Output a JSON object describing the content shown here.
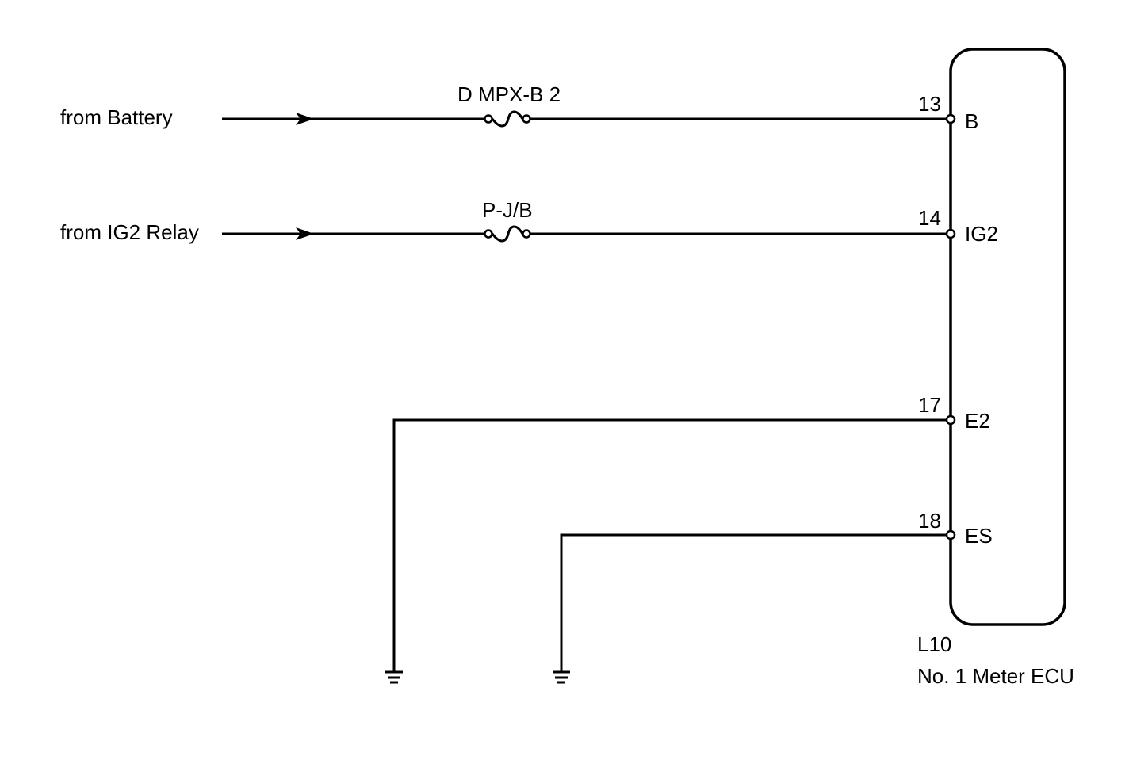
{
  "inputs": {
    "battery": {
      "label": "from Battery",
      "fuse": "D MPX-B 2"
    },
    "ig2": {
      "label": "from IG2 Relay",
      "fuse": "P-J/B"
    }
  },
  "ecu": {
    "connector": "L10",
    "name": "No. 1 Meter ECU",
    "pins": [
      {
        "number": "13",
        "name": "B"
      },
      {
        "number": "14",
        "name": "IG2"
      },
      {
        "number": "17",
        "name": "E2"
      },
      {
        "number": "18",
        "name": "ES"
      }
    ]
  },
  "grounds": [
    "ground-e2",
    "ground-es"
  ],
  "colors": {
    "line": "#000000",
    "background": "#ffffff"
  }
}
